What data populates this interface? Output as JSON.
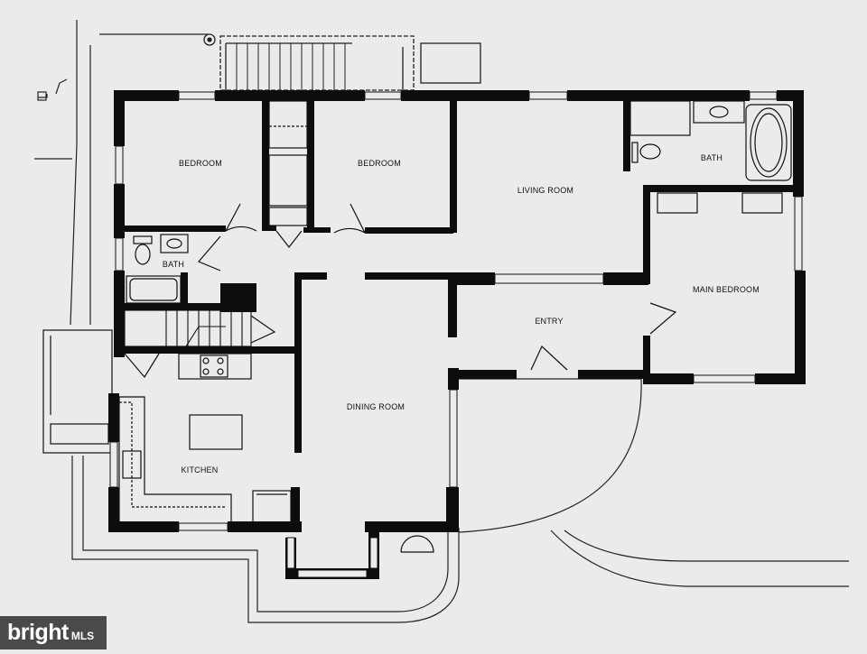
{
  "plan": {
    "rooms": {
      "bedroom_1": "BEDROOM",
      "bedroom_2": "BEDROOM",
      "living_room": "LIVING ROOM",
      "bath_master": "BATH",
      "bath_small": "BATH",
      "main_bedroom": "MAIN BEDROOM",
      "entry": "ENTRY",
      "dining_room": "DINING ROOM",
      "kitchen": "KITCHEN"
    }
  },
  "watermark": {
    "brand": "bright",
    "suffix": "MLS"
  },
  "colors": {
    "paper": "#ebebea",
    "wall": "#0d0d0d",
    "line": "#1a1a1a",
    "watermark_bg": "#4a4a4a"
  }
}
